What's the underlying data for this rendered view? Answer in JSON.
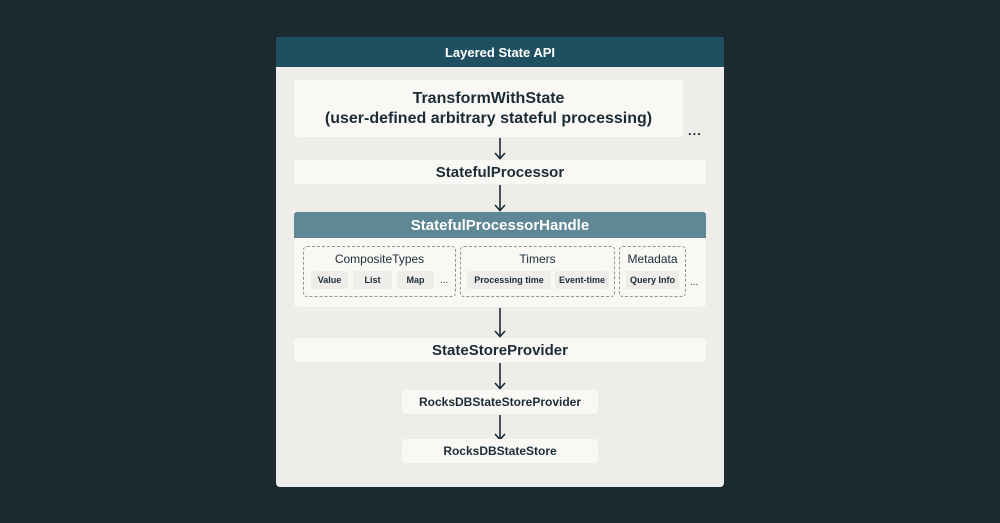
{
  "diagram": {
    "header": "Layered State API",
    "transform": {
      "line1": "TransformWithState",
      "line2": "(user-defined arbitrary stateful processing)",
      "more": "..."
    },
    "stateful_processor": "StatefulProcessor",
    "handle": {
      "title": "StatefulProcessorHandle",
      "composite": {
        "title": "CompositeTypes",
        "items": [
          "Value",
          "List",
          "Map"
        ],
        "more": "..."
      },
      "timers": {
        "title": "Timers",
        "items": [
          "Processing time",
          "Event-time"
        ]
      },
      "metadata": {
        "title": "Metadata",
        "items": [
          "Query Info"
        ]
      },
      "more": "..."
    },
    "state_store_provider": "StateStoreProvider",
    "rocksdb_provider": "RocksDBStateStoreProvider",
    "rocksdb_store": "RocksDBStateStore"
  },
  "colors": {
    "background": "#1b2a31",
    "panel": "#efedea",
    "header": "#1f5061",
    "handle_header": "#5f8796",
    "box": "#f9f8f5",
    "text": "#1c2c36"
  }
}
